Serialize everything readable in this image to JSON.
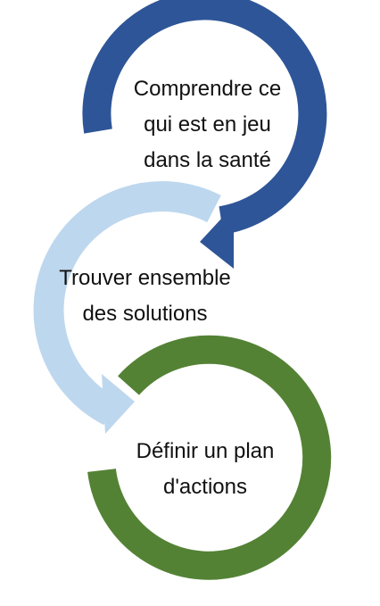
{
  "diagram": {
    "colors": {
      "step1": "#2E5597",
      "step2": "#BDD7EE",
      "step3": "#548235"
    },
    "steps": [
      {
        "lines": [
          "Comprendre ce",
          "qui est en jeu",
          "dans la santé"
        ]
      },
      {
        "lines": [
          "Trouver ensemble",
          "des solutions"
        ]
      },
      {
        "lines": [
          "Définir un plan",
          "d'actions"
        ]
      }
    ]
  }
}
